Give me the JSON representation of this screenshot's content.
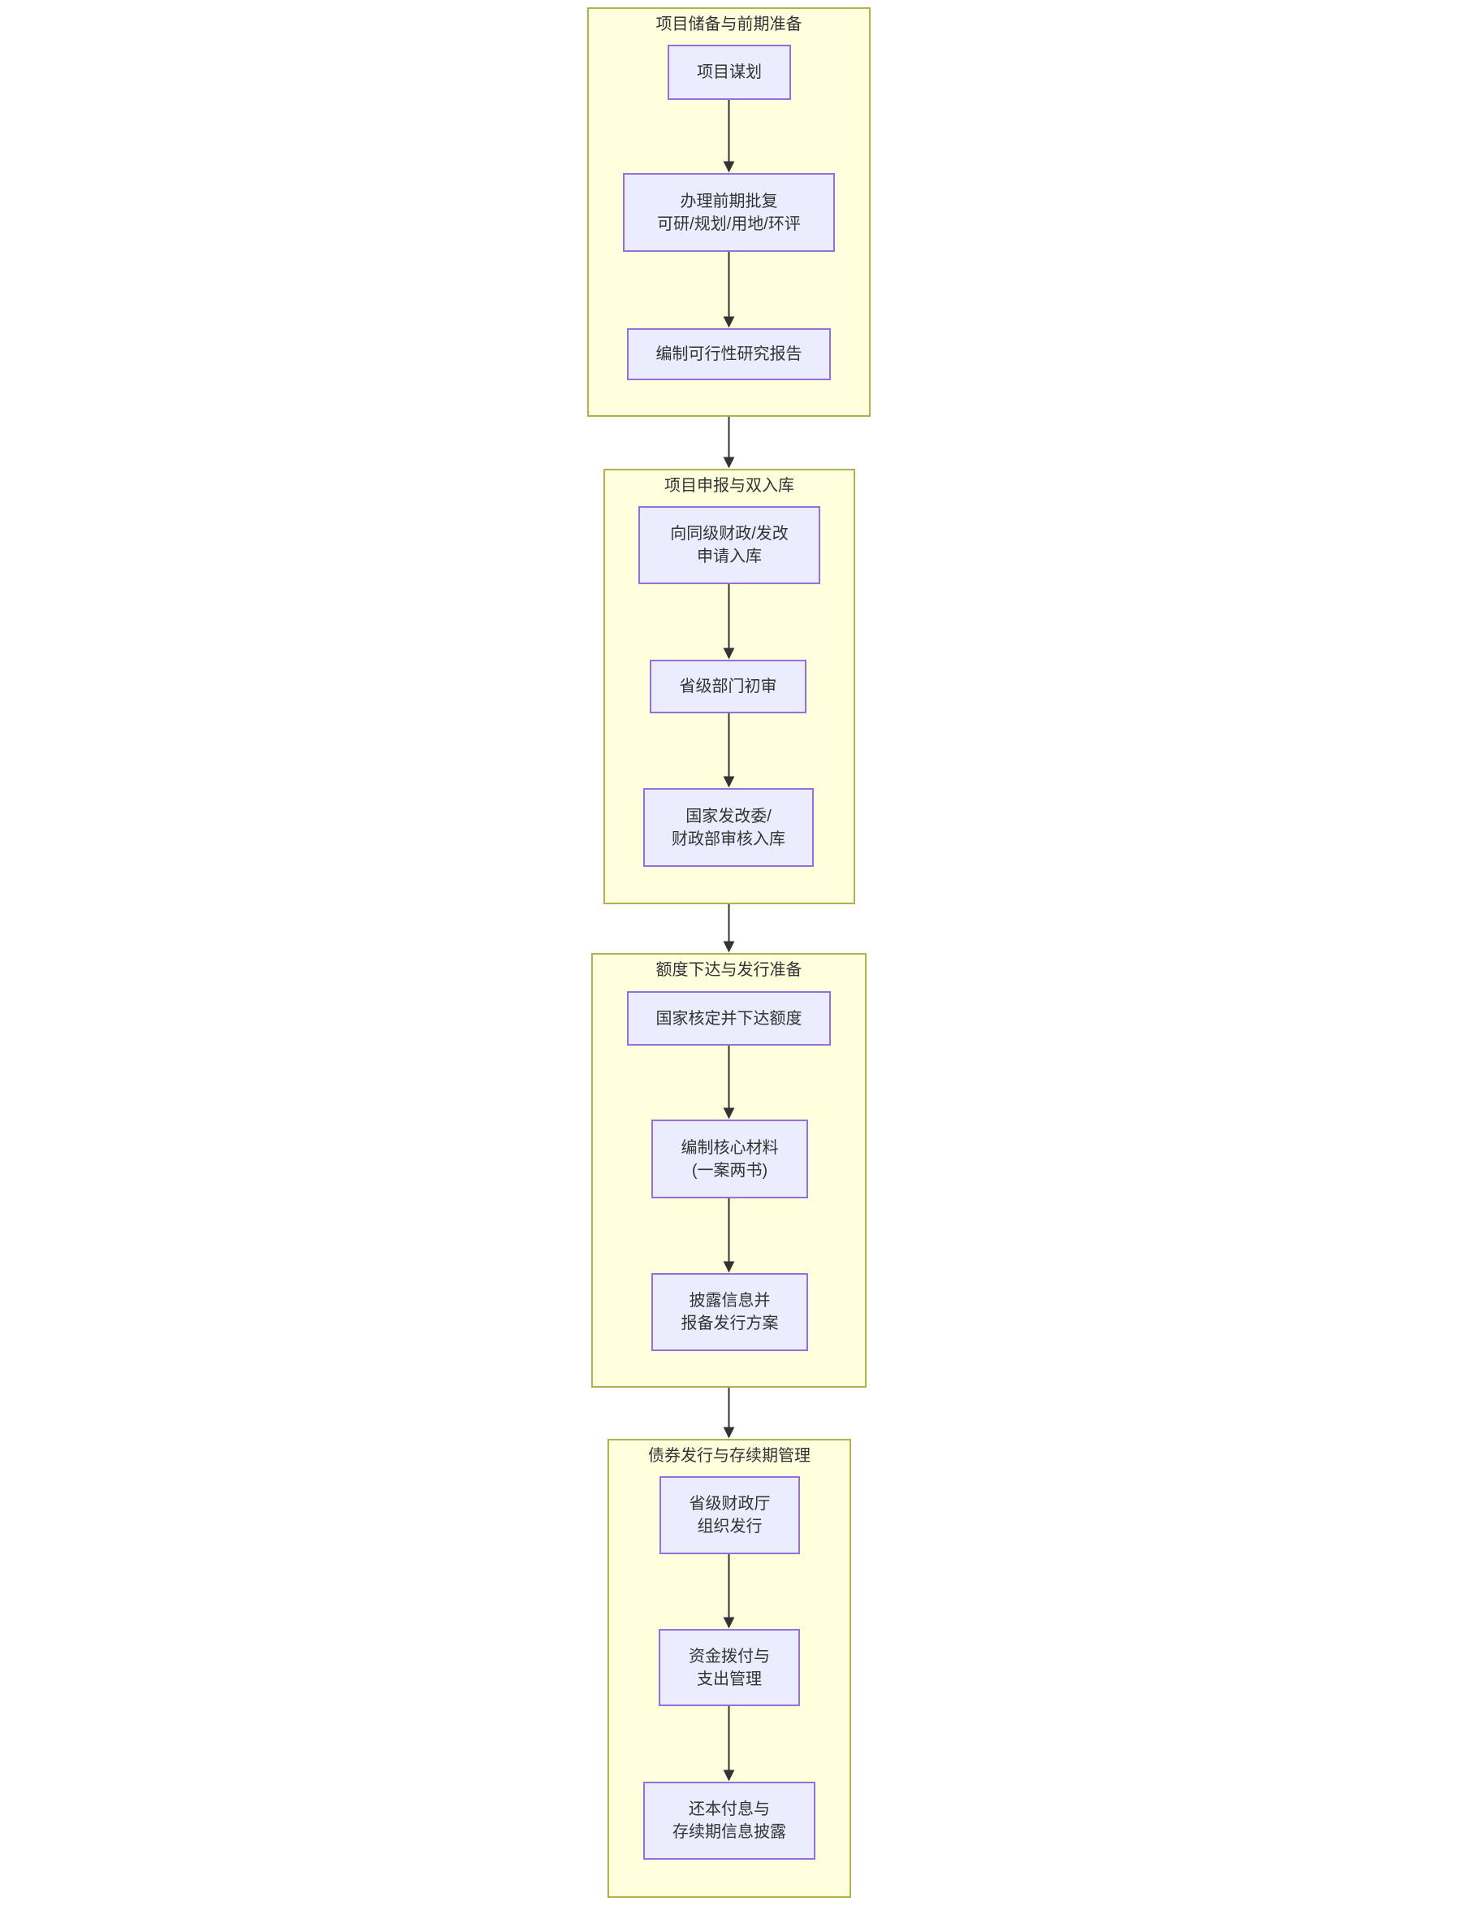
{
  "diagram": {
    "type": "flowchart",
    "direction": "top-down",
    "groups": [
      {
        "title": "项目储备与前期准备",
        "nodes": [
          {
            "lines": [
              "项目谋划",
              ""
            ]
          },
          {
            "lines": [
              "办理前期批复",
              "可研/规划/用地/环评"
            ]
          },
          {
            "lines": [
              "编制可行性研究报告",
              ""
            ]
          }
        ]
      },
      {
        "title": "项目申报与双入库",
        "nodes": [
          {
            "lines": [
              "向同级财政/发改",
              "申请入库"
            ]
          },
          {
            "lines": [
              "省级部门初审",
              ""
            ]
          },
          {
            "lines": [
              "国家发改委/",
              "财政部审核入库"
            ]
          }
        ]
      },
      {
        "title": "额度下达与发行准备",
        "nodes": [
          {
            "lines": [
              "国家核定并下达额度",
              ""
            ]
          },
          {
            "lines": [
              "编制核心材料",
              "(一案两书)"
            ]
          },
          {
            "lines": [
              "披露信息并",
              "报备发行方案"
            ]
          }
        ]
      },
      {
        "title": "债券发行与存续期管理",
        "nodes": [
          {
            "lines": [
              "省级财政厅",
              "组织发行"
            ]
          },
          {
            "lines": [
              "资金拨付与",
              "支出管理"
            ]
          },
          {
            "lines": [
              "还本付息与",
              "存续期信息披露"
            ]
          }
        ]
      }
    ]
  },
  "colors": {
    "background": "#ffffff",
    "group-fill": "#ffffde",
    "group-border": "#b1b14e",
    "node-fill": "#ececff",
    "node-border": "#9370db",
    "arrow": "#333333",
    "text": "#333333"
  }
}
